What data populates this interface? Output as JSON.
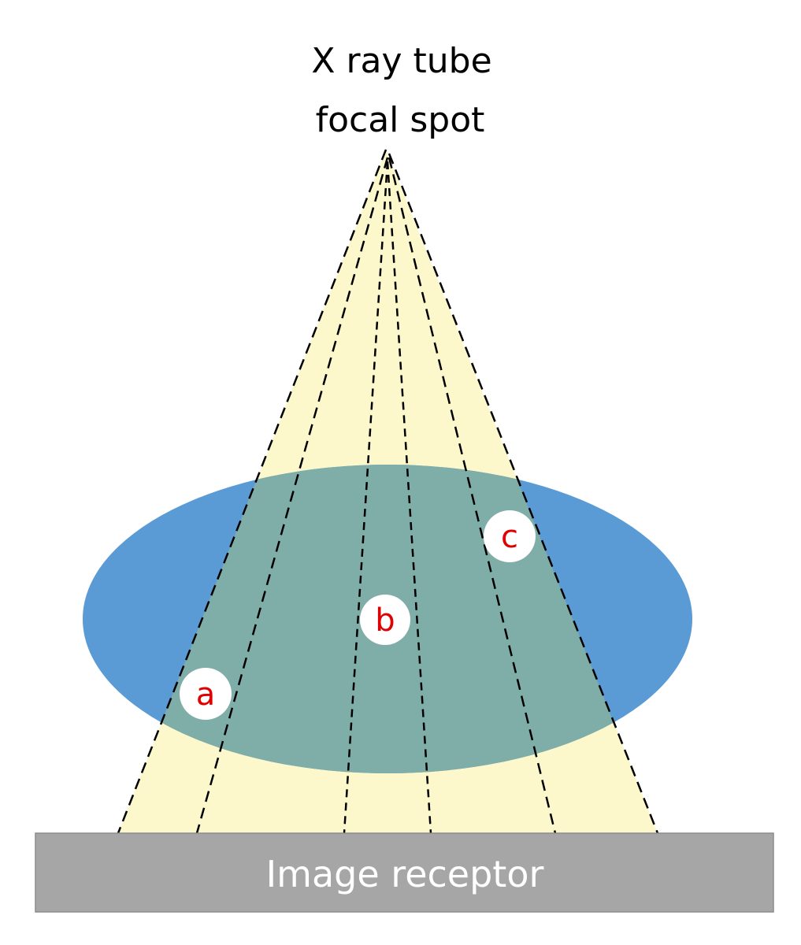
{
  "title": {
    "line1": "X ray tube",
    "line2": "focal spot"
  },
  "markers": {
    "a": {
      "label": "a"
    },
    "b": {
      "label": "b"
    },
    "c": {
      "label": "c"
    }
  },
  "receptor": {
    "label": "Image receptor"
  },
  "colors": {
    "beam": "#fcf8cc",
    "body_outside_beam": "#5b9bd5",
    "body_inside_beam": "#7fada8",
    "receptor": "#a6a6a6",
    "receptor_text": "#ffffff",
    "marker_fill": "#ffffff",
    "marker_text": "#e00000",
    "rays": "#000000"
  }
}
